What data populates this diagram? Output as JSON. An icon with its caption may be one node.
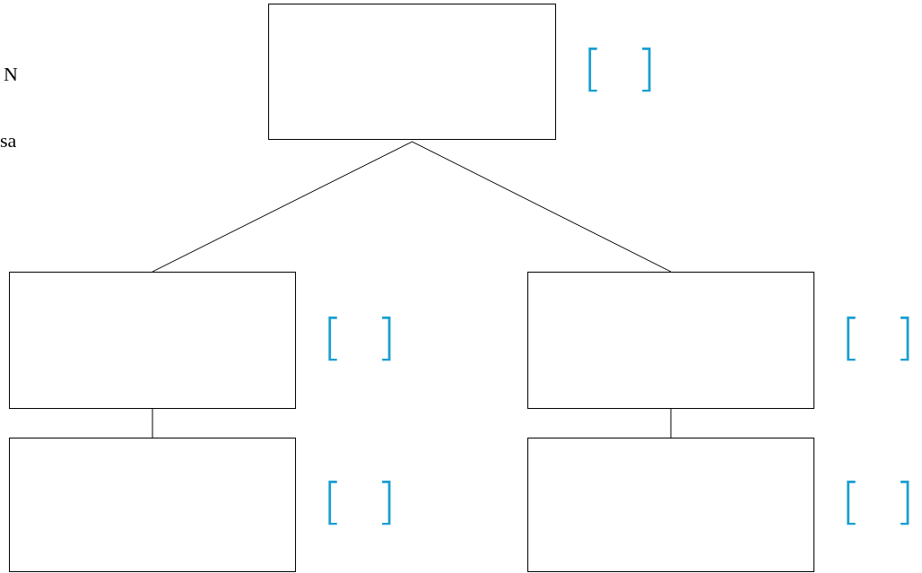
{
  "diagram": {
    "nodes": [
      {
        "text": [],
        "shape": "box",
        "beside": [
          "[ ]"
        ]
      },
      {
        "text": [],
        "shape": "box",
        "beside": [
          "[ ]"
        ]
      },
      {
        "text": [],
        "shape": "box",
        "beside": [
          "[ ]"
        ]
      },
      {
        "text": [],
        "shape": "box",
        "beside": [
          "[ ]"
        ]
      },
      {
        "text": [],
        "shape": "box",
        "beside": [
          "[ ]"
        ]
      }
    ],
    "edges": [
      {
        "from": 0,
        "to": 1,
        "arrow": "none"
      },
      {
        "from": 0,
        "to": 2,
        "arrow": "none"
      },
      {
        "from": 1,
        "to": 3,
        "arrow": "none"
      },
      {
        "from": 2,
        "to": 4,
        "arrow": "none"
      }
    ],
    "labels": [
      "N",
      "sa"
    ]
  }
}
